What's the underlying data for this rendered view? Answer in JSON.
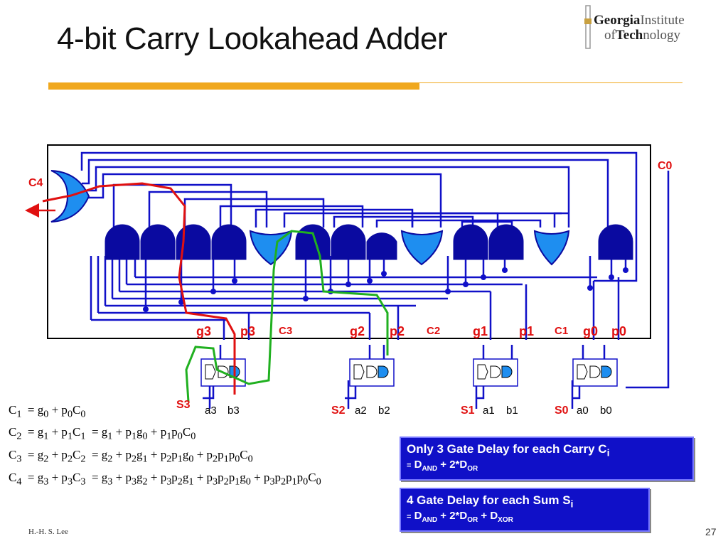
{
  "title": "4-bit Carry Lookahead Adder",
  "logo": {
    "line1_bold": "Georgia",
    "line1_thin": "Institute",
    "line2_pre": "of",
    "line2_bold": "Tech",
    "line2_thin": "nology"
  },
  "signals": {
    "c0": "C0",
    "c4": "C4",
    "g3": "g3",
    "p3": "p3",
    "c3": "C3",
    "g2": "g2",
    "p2": "p2",
    "c2": "C2",
    "g1": "g1",
    "p1": "p1",
    "c1": "C1",
    "g0": "g0",
    "p0": "p0"
  },
  "bits": [
    {
      "sum": "S3",
      "a": "a3",
      "b": "b3"
    },
    {
      "sum": "S2",
      "a": "a2",
      "b": "b2"
    },
    {
      "sum": "S1",
      "a": "a1",
      "b": "b1"
    },
    {
      "sum": "S0",
      "a": "a0",
      "b": "b0"
    }
  ],
  "callouts": {
    "carry_line1": "Only 3 Gate Delay for each Carry C",
    "carry_sub": "i",
    "carry_line2_eq": "=",
    "carry_line2_a": "D",
    "carry_line2_a_sub": "AND",
    "carry_line2_b": " + 2*D",
    "carry_line2_b_sub": "OR",
    "sum_line1": "4 Gate Delay for each Sum S",
    "sum_sub": "i",
    "sum_line2_eq": "=",
    "sum_line2_a": "D",
    "sum_line2_a_sub": "AND",
    "sum_line2_b": " + 2*D",
    "sum_line2_b_sub": "OR",
    "sum_line2_c": " + D",
    "sum_line2_c_sub": "XOR"
  },
  "footer": {
    "author": "H.-H. S. Lee",
    "page": "27"
  },
  "colors": {
    "wire": "#1010c8",
    "gate": "#0a0aa0",
    "or_gate": "#1e8ef0",
    "highlight_red": "#e01010",
    "highlight_green": "#20b020",
    "accent": "#f0a81e"
  }
}
